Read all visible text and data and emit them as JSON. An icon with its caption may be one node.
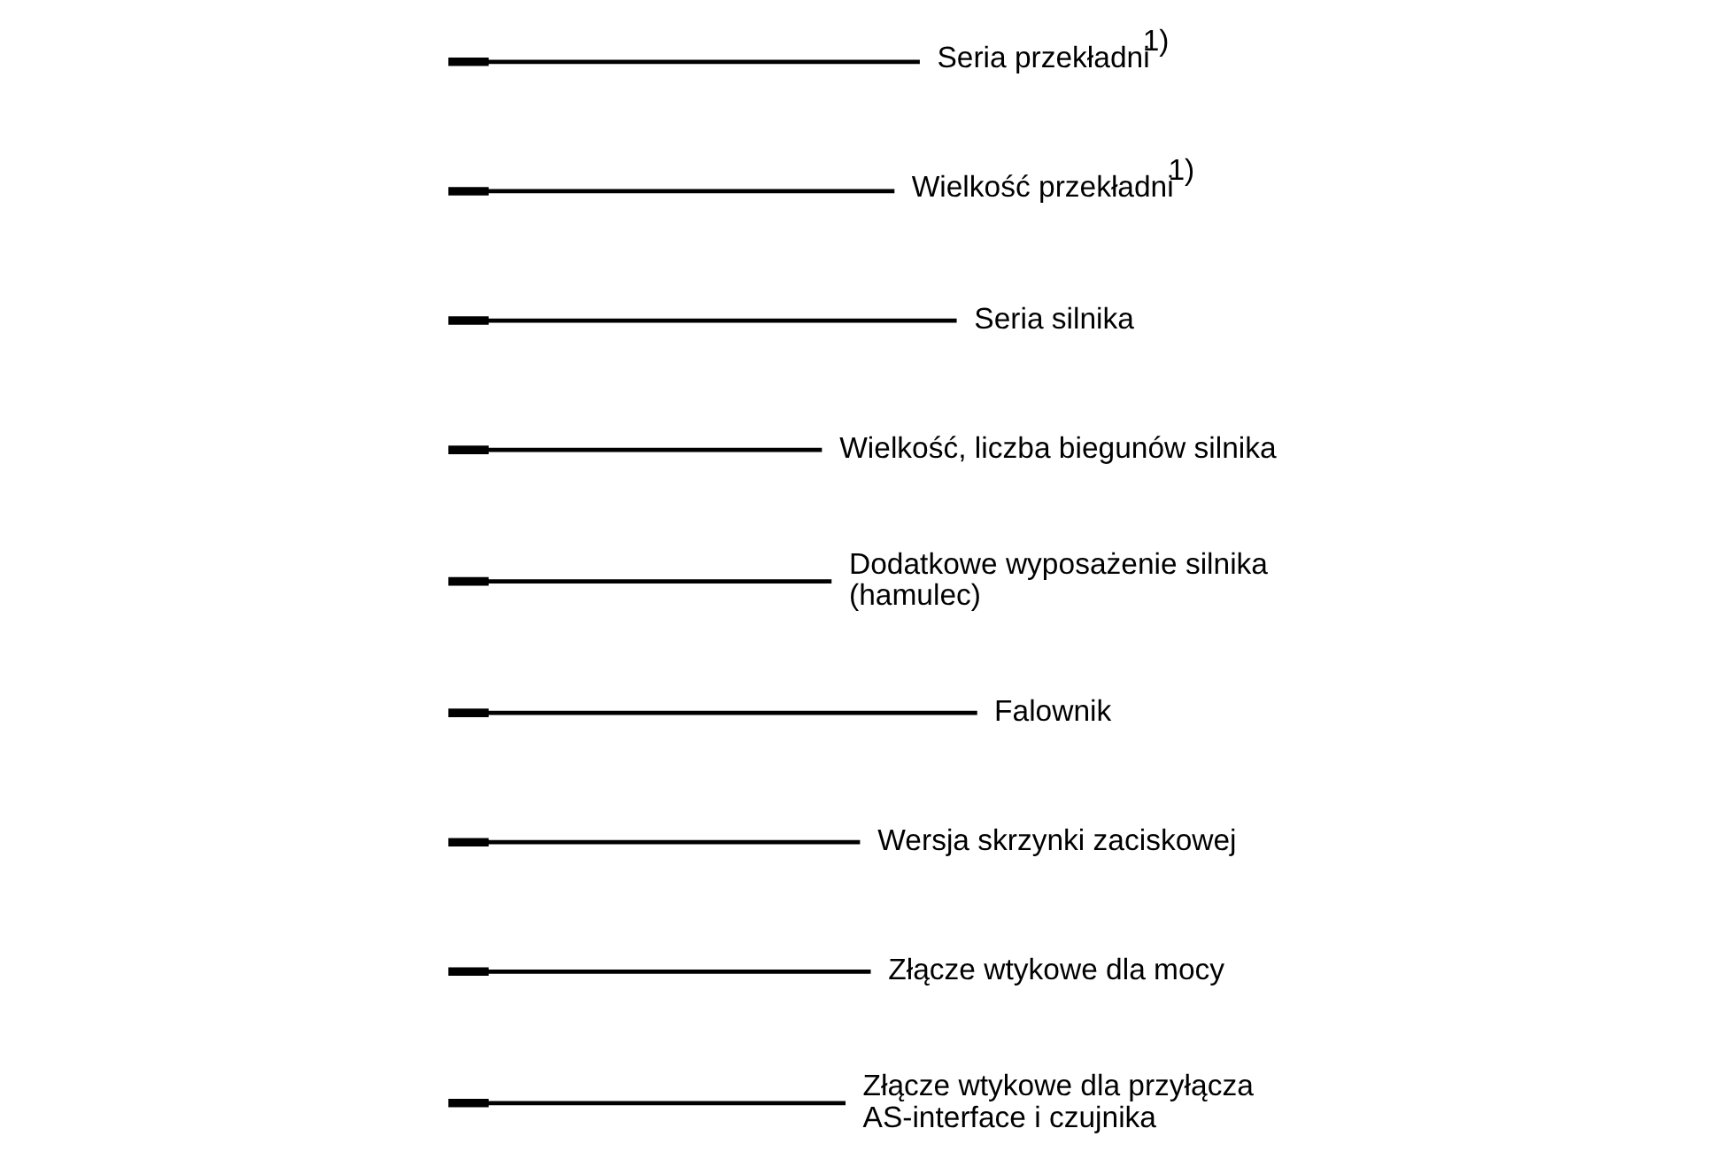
{
  "diagram": {
    "nodes": [
      {
        "text": [],
        "shape": "bar"
      },
      {
        "text": [],
        "shape": "bar"
      },
      {
        "text": [],
        "shape": "bar"
      },
      {
        "text": [],
        "shape": "bar"
      },
      {
        "text": [],
        "shape": "bar"
      },
      {
        "text": [],
        "shape": "bar"
      },
      {
        "text": [],
        "shape": "bar"
      },
      {
        "text": [],
        "shape": "bar"
      },
      {
        "text": [],
        "shape": "bar"
      },
      {
        "text": [
          "Złącze wtykowe dla przyłącza AS-interface i czujnika"
        ]
      },
      {
        "text": [
          "Złącze wtykowe dla mocy"
        ]
      },
      {
        "text": [
          "Wersja skrzynki zaciskowej"
        ]
      },
      {
        "text": [
          "Falownik"
        ]
      },
      {
        "text": [
          "Dodatkowe wyposażenie silnika (hamulec)"
        ]
      },
      {
        "text": [
          "Wielkość, liczba biegunów silnika"
        ]
      },
      {
        "text": [
          "Seria silnika"
        ]
      },
      {
        "text": [
          "Wielkość przekładni$^{1)}$"
        ]
      },
      {
        "text": [
          "Seria przekładni$^{1)}$"
        ]
      }
    ],
    "edges": [
      {
        "from": 9,
        "to": 8,
        "arrow": "none"
      },
      {
        "from": 10,
        "to": 7,
        "arrow": "none"
      },
      {
        "from": 11,
        "to": 6,
        "arrow": "none"
      },
      {
        "from": 12,
        "to": 5,
        "arrow": "none"
      },
      {
        "from": 13,
        "to": 4,
        "arrow": "none"
      },
      {
        "from": 14,
        "to": 3,
        "arrow": "none"
      },
      {
        "from": 15,
        "to": 2,
        "arrow": "none"
      },
      {
        "from": 16,
        "to": 1,
        "arrow": "none"
      },
      {
        "from": 17,
        "to": 0,
        "arrow": "none"
      }
    ]
  }
}
